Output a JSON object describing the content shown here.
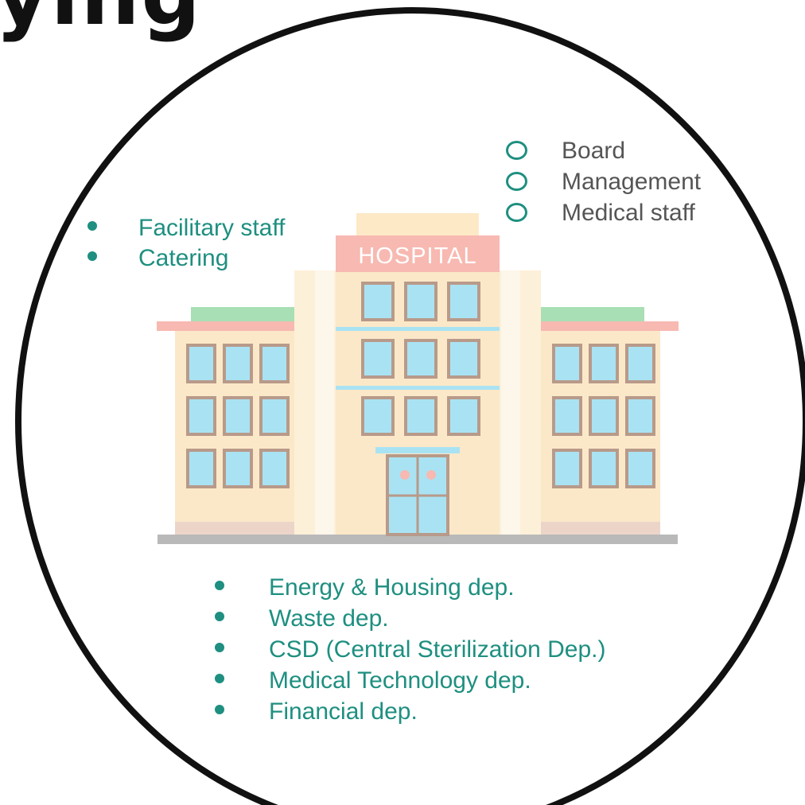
{
  "title_fragment": "ying",
  "hospital_sign": "HOSPITAL",
  "support_services": [
    "Facilitary staff",
    "Catering"
  ],
  "governance": [
    "Board",
    "Management",
    "Medical staff"
  ],
  "departments": [
    "Energy & Housing dep.",
    "Waste dep.",
    "CSD (Central Sterilization Dep.)",
    "Medical Technology dep.",
    "Financial dep."
  ],
  "colors": {
    "accent": "#1e8f80",
    "neutral_text": "#555555",
    "circle_stroke": "#111111",
    "sign": "#f7b9b1",
    "roof_green": "#a8dfb4",
    "wall": "#fbe8c8",
    "window": "#a9e3f3",
    "window_frame": "#b89a8a",
    "ground": "#b9b9b9"
  },
  "icons": {
    "governance_bullet": "hollow-circle-icon",
    "list_bullet": "filled-dot-icon"
  }
}
